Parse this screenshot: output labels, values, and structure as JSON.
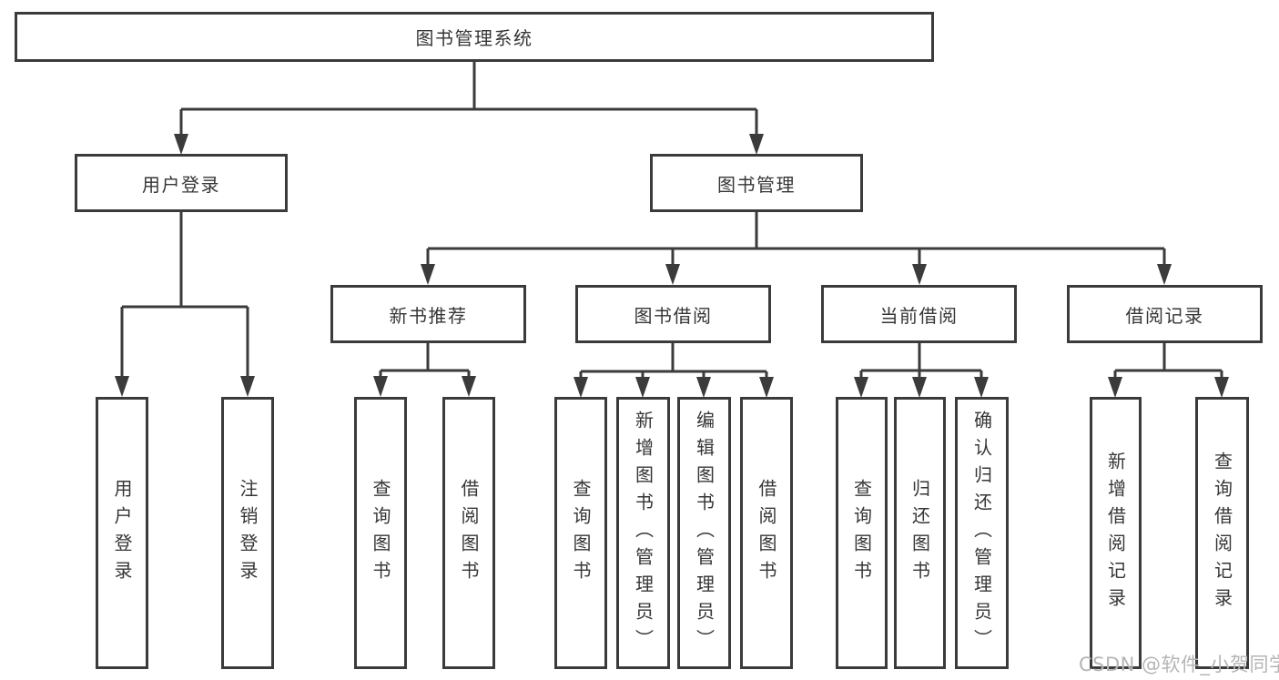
{
  "diagram": {
    "tree": {
      "root": {
        "label": "图书管理系统",
        "children": [
          {
            "label": "用户登录",
            "children": [
              {
                "label": "用户登录"
              },
              {
                "label": "注销登录"
              }
            ]
          },
          {
            "label": "图书管理",
            "children": [
              {
                "label": "新书推荐",
                "children": [
                  {
                    "label": "查询图书"
                  },
                  {
                    "label": "借阅图书"
                  }
                ]
              },
              {
                "label": "图书借阅",
                "children": [
                  {
                    "label": "查询图书"
                  },
                  {
                    "label": "新增图书（管理员）"
                  },
                  {
                    "label": "编辑图书（管理员）"
                  },
                  {
                    "label": "借阅图书"
                  }
                ]
              },
              {
                "label": "当前借阅",
                "children": [
                  {
                    "label": "查询图书"
                  },
                  {
                    "label": "归还图书"
                  },
                  {
                    "label": "确认归还（管理员）"
                  }
                ]
              },
              {
                "label": "借阅记录",
                "children": [
                  {
                    "label": "新增借阅记录"
                  },
                  {
                    "label": "查询借阅记录"
                  }
                ]
              }
            ]
          }
        ]
      }
    },
    "colors": {
      "line": "#3b3b3b",
      "text": "#363636",
      "background": "#ffffff",
      "watermark": "#b5b5b5"
    }
  },
  "watermark": {
    "text": "CSDN @软件_小贺同学"
  }
}
